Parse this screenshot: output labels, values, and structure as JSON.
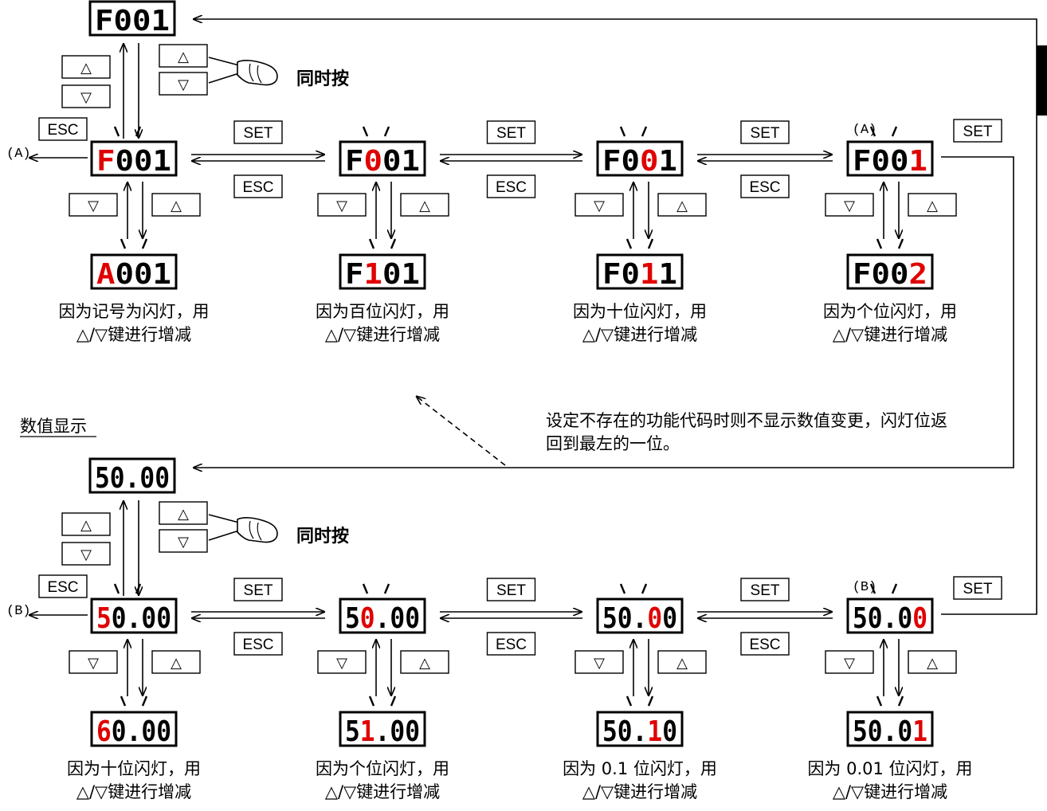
{
  "keys": {
    "set": "SET",
    "esc": "ESC",
    "up": "△",
    "down": "▽"
  },
  "press_together": "同时按",
  "marker_a": "(A)",
  "marker_b": "(B)",
  "section_label": "数值显示",
  "note": [
    "设定不存在的功能代码时则不显示数值变更，闪灯位返",
    "回到最左的一位。"
  ],
  "colors": {
    "blink": "#e00000",
    "normal": "#000000"
  },
  "code_section": {
    "top_display": "F001",
    "states": [
      {
        "display": "F001",
        "blink_index": 0,
        "below": "A001",
        "below_blink_index": 0,
        "caption": [
          "因为记号为闪灯，用",
          "△/▽键进行增减"
        ]
      },
      {
        "display": "F001",
        "blink_index": 1,
        "below": "F101",
        "below_blink_index": 1,
        "caption": [
          "因为百位闪灯，用",
          "△/▽键进行增减"
        ]
      },
      {
        "display": "F001",
        "blink_index": 2,
        "below": "F011",
        "below_blink_index": 2,
        "caption": [
          "因为十位闪灯，用",
          "△/▽键进行增减"
        ]
      },
      {
        "display": "F001",
        "blink_index": 3,
        "below": "F002",
        "below_blink_index": 3,
        "caption": [
          "因为个位闪灯，用",
          "△/▽键进行增减"
        ]
      }
    ]
  },
  "value_section": {
    "top_display": "50.00",
    "states": [
      {
        "display": "50.00",
        "blink_index": 0,
        "below": "60.00",
        "below_blink_index": 0,
        "caption": [
          "因为十位闪灯，用",
          "△/▽键进行增减"
        ]
      },
      {
        "display": "50.00",
        "blink_index": 1,
        "below": "51.00",
        "below_blink_index": 1,
        "caption": [
          "因为个位闪灯，用",
          "△/▽键进行增减"
        ]
      },
      {
        "display": "50.00",
        "blink_index": 3,
        "below": "50.10",
        "below_blink_index": 3,
        "caption": [
          "因为 0.1 位闪灯，用",
          "△/▽键进行增减"
        ]
      },
      {
        "display": "50.00",
        "blink_index": 4,
        "below": "50.01",
        "below_blink_index": 4,
        "caption": [
          "因为 0.01 位闪灯，用",
          "△/▽键进行增减"
        ]
      }
    ]
  }
}
